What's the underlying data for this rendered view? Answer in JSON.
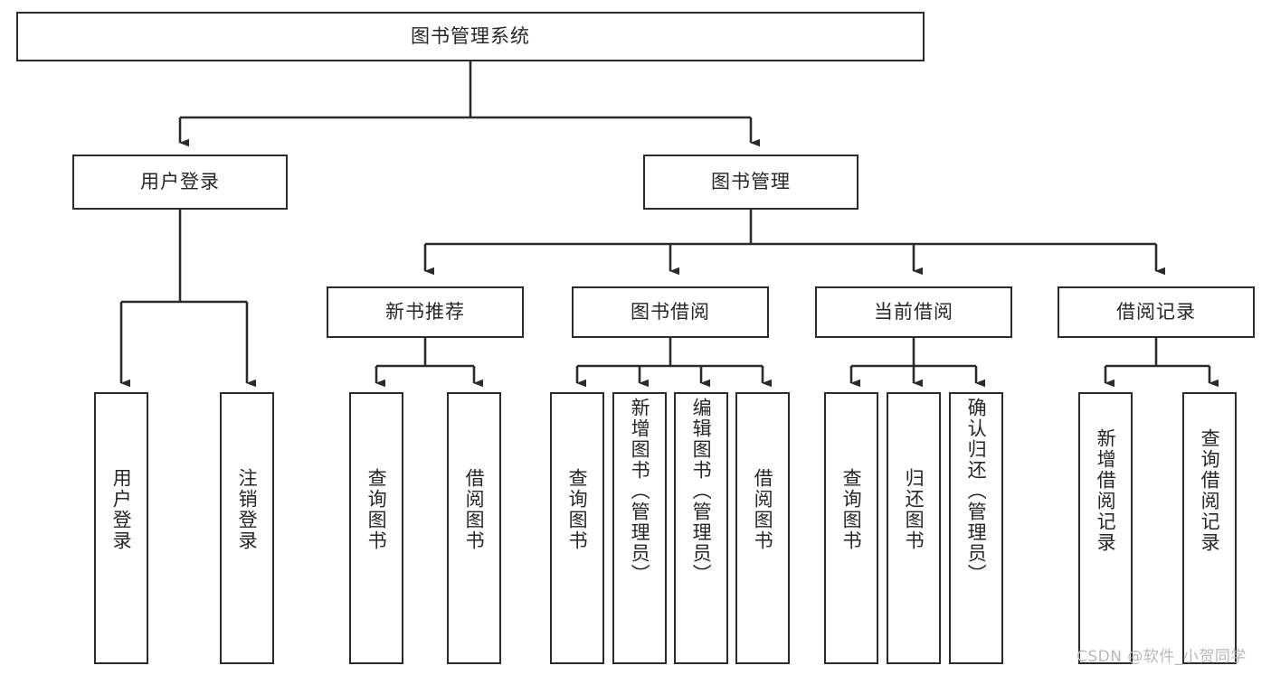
{
  "diagram": {
    "title": "图书管理系统",
    "type": "tree-hierarchy",
    "watermark": "CSDN @软件_小贺同学",
    "colors": {
      "background": "#ffffff",
      "box_border": "#2b2b2b",
      "connector": "#2b2b2b",
      "text": "#262626",
      "watermark": "#b9b9b9"
    },
    "levels": {
      "root": {
        "label": "图书管理系统"
      },
      "level2": [
        {
          "id": "user-login",
          "label": "用户登录"
        },
        {
          "id": "book-management",
          "label": "图书管理"
        }
      ],
      "level3": [
        {
          "id": "new-book-recommend",
          "label": "新书推荐",
          "parent": "book-management"
        },
        {
          "id": "book-borrow",
          "label": "图书借阅",
          "parent": "book-management"
        },
        {
          "id": "current-borrow",
          "label": "当前借阅",
          "parent": "book-management"
        },
        {
          "id": "borrow-record",
          "label": "借阅记录",
          "parent": "book-management"
        }
      ],
      "leaves": [
        {
          "id": "leaf-user-login",
          "label": "用户登录",
          "parent": "user-login"
        },
        {
          "id": "leaf-logout-login",
          "label": "注销登录",
          "parent": "user-login"
        },
        {
          "id": "leaf-query-book-1",
          "label": "查询图书",
          "parent": "new-book-recommend"
        },
        {
          "id": "leaf-borrow-book-1",
          "label": "借阅图书",
          "parent": "new-book-recommend"
        },
        {
          "id": "leaf-query-book-2",
          "label": "查询图书",
          "parent": "book-borrow"
        },
        {
          "id": "leaf-add-book",
          "label": "新增图书（管理员）",
          "parent": "book-borrow"
        },
        {
          "id": "leaf-edit-book",
          "label": "编辑图书（管理员）",
          "parent": "book-borrow"
        },
        {
          "id": "leaf-borrow-book-2",
          "label": "借阅图书",
          "parent": "book-borrow"
        },
        {
          "id": "leaf-query-book-3",
          "label": "查询图书",
          "parent": "current-borrow"
        },
        {
          "id": "leaf-return-book",
          "label": "归还图书",
          "parent": "current-borrow"
        },
        {
          "id": "leaf-confirm-return",
          "label": "确认归还（管理员）",
          "parent": "current-borrow"
        },
        {
          "id": "leaf-add-record",
          "label": "新增借阅记录",
          "parent": "borrow-record"
        },
        {
          "id": "leaf-query-record",
          "label": "查询借阅记录",
          "parent": "borrow-record"
        }
      ]
    }
  }
}
